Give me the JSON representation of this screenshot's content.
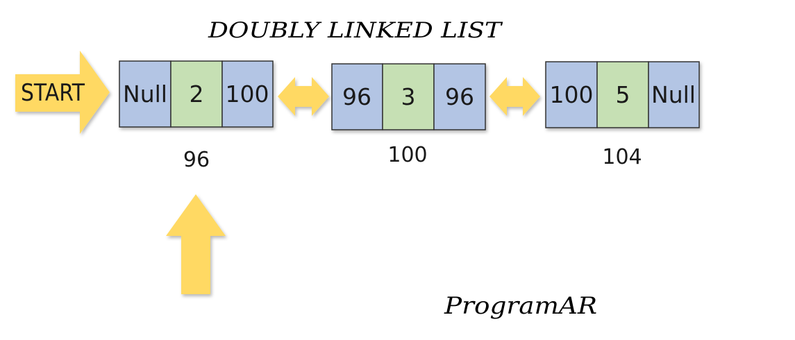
{
  "title": "DOUBLY LINKED LIST",
  "watermark": "ProgramAR",
  "start_label": "START",
  "nodes": [
    {
      "prev": "Null",
      "data": "2",
      "next": "100",
      "address": "96"
    },
    {
      "prev": "96",
      "data": "3",
      "next": "96",
      "address": "100"
    },
    {
      "prev": "100",
      "data": "5",
      "next": "Null",
      "address": "104"
    }
  ],
  "colors": {
    "pointer_cell": "#b3c5e4",
    "data_cell": "#c6e0b4",
    "arrow": "#ffd964",
    "outline": "#333333",
    "background": "#ffffff"
  },
  "icons": {
    "start_arrow": "arrow-right-icon",
    "link_arrow": "double-arrow-icon",
    "pointer_arrow": "arrow-up-icon"
  }
}
